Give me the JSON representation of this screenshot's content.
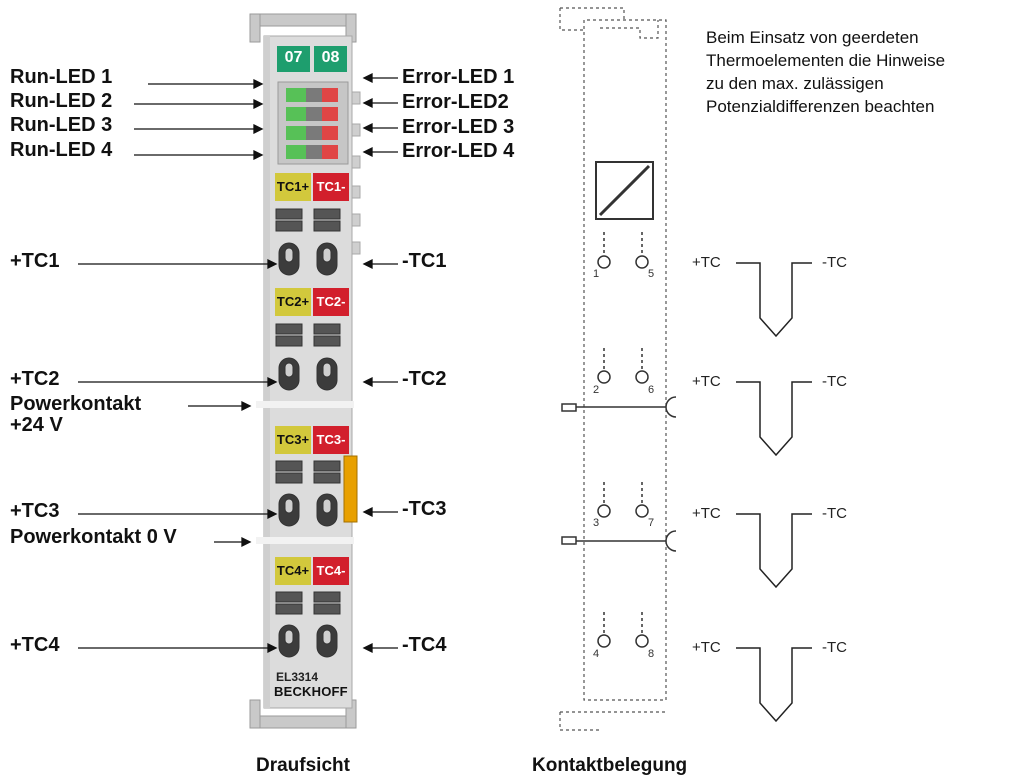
{
  "module": {
    "channel_numbers": [
      "07",
      "08"
    ],
    "terminal_labels": [
      {
        "plus": "TC1+",
        "minus": "TC1-"
      },
      {
        "plus": "TC2+",
        "minus": "TC2-"
      },
      {
        "plus": "TC3+",
        "minus": "TC3-"
      },
      {
        "plus": "TC4+",
        "minus": "TC4-"
      }
    ],
    "model": "EL3314",
    "brand": "BECKHOFF",
    "colors": {
      "green": "#1e9e6e",
      "yellow": "#d2c83c",
      "red": "#d21f2c",
      "body": "#d9d9d9",
      "orange": "#e8a000"
    }
  },
  "labels_left": {
    "run_led_1": "Run-LED 1",
    "run_led_2": "Run-LED 2",
    "run_led_3": "Run-LED 3",
    "run_led_4": "Run-LED 4",
    "plus_tc1": "+TC1",
    "plus_tc2": "+TC2",
    "power_24v_line1": "Powerkontakt",
    "power_24v_line2": "+24 V",
    "plus_tc3": "+TC3",
    "power_0v": "Powerkontakt 0 V",
    "plus_tc4": "+TC4"
  },
  "labels_right": {
    "error_led_1": "Error-LED 1",
    "error_led_2": "Error-LED2",
    "error_led_3": "Error-LED 3",
    "error_led_4": "Error-LED 4",
    "minus_tc1": "-TC1",
    "minus_tc2": "-TC2",
    "minus_tc3": "-TC3",
    "minus_tc4": "-TC4"
  },
  "contact_diagram": {
    "note_lines": [
      "Beim Einsatz von geerdeten",
      "Thermoelementen die Hinweise",
      "zu den max. zulässigen",
      "Potenzialdifferenzen beachten"
    ],
    "contacts": [
      {
        "left": "1",
        "right": "5",
        "plus": "+TC",
        "minus": "-TC"
      },
      {
        "left": "2",
        "right": "6",
        "plus": "+TC",
        "minus": "-TC"
      },
      {
        "left": "3",
        "right": "7",
        "plus": "+TC",
        "minus": "-TC"
      },
      {
        "left": "4",
        "right": "8",
        "plus": "+TC",
        "minus": "-TC"
      }
    ]
  },
  "captions": {
    "top_view": "Draufsicht",
    "pin_assignment": "Kontaktbelegung"
  }
}
